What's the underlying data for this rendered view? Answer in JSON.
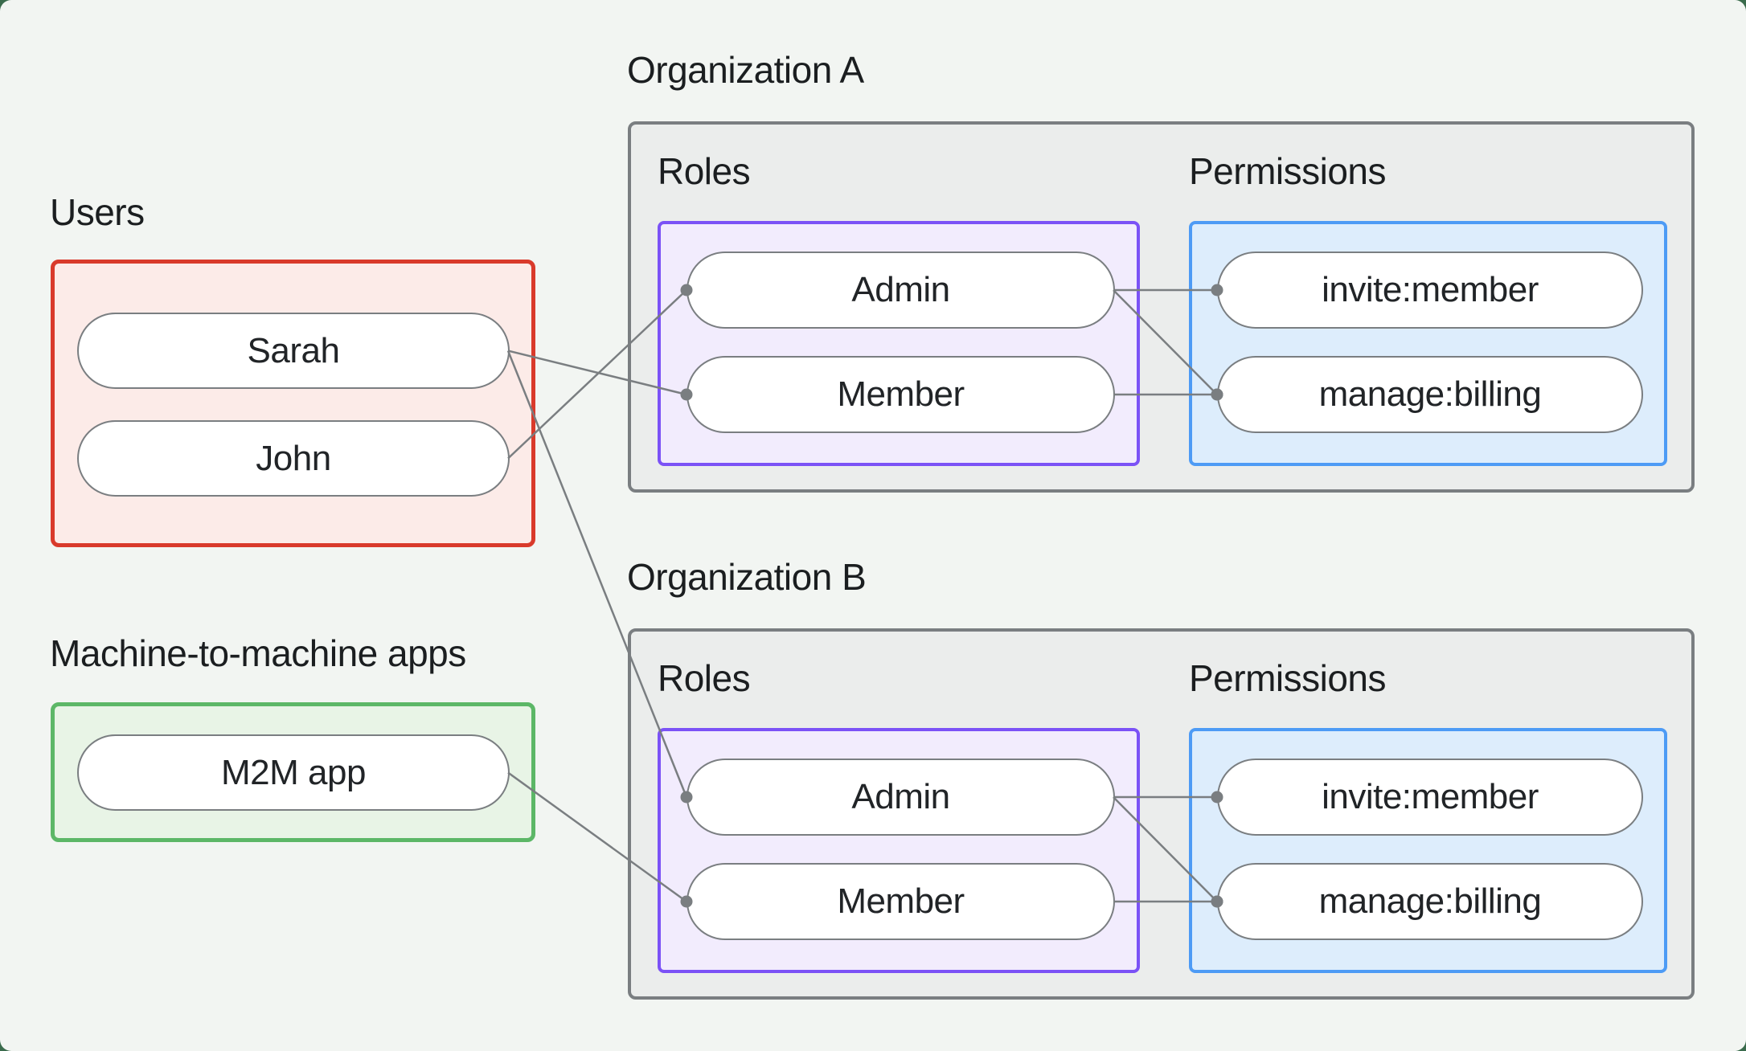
{
  "page": {
    "background": "#f2f5f2",
    "backdrop": "#3a6b4c"
  },
  "colors": {
    "users_border": "#d93a2b",
    "users_fill": "#fcebe8",
    "m2m_border": "#5cb767",
    "m2m_fill": "#e8f4e6",
    "org_border": "#7a7e81",
    "org_fill": "#ebedec",
    "roles_border": "#7b52f6",
    "roles_fill": "#f2ecfd",
    "permissions_border": "#4d9bf5",
    "permissions_fill": "#ddedfc",
    "pill_border": "#7a7e81",
    "pill_fill": "#ffffff",
    "connector": "#7a7e81",
    "text": "#1b1e20"
  },
  "users_section": {
    "label": "Users",
    "items": [
      {
        "id": "user-sarah",
        "label": "Sarah"
      },
      {
        "id": "user-john",
        "label": "John"
      }
    ]
  },
  "m2m_section": {
    "label": "Machine-to-machine apps",
    "items": [
      {
        "id": "app-m2m",
        "label": "M2M app"
      }
    ]
  },
  "organizations": [
    {
      "id": "org-a",
      "label": "Organization A",
      "roles_label": "Roles",
      "permissions_label": "Permissions",
      "roles": [
        {
          "id": "org-a-role-admin",
          "label": "Admin"
        },
        {
          "id": "org-a-role-member",
          "label": "Member"
        }
      ],
      "permissions": [
        {
          "id": "org-a-perm-invite",
          "label": "invite:member"
        },
        {
          "id": "org-a-perm-manage",
          "label": "manage:billing"
        }
      ]
    },
    {
      "id": "org-b",
      "label": "Organization B",
      "roles_label": "Roles",
      "permissions_label": "Permissions",
      "roles": [
        {
          "id": "org-b-role-admin",
          "label": "Admin"
        },
        {
          "id": "org-b-role-member",
          "label": "Member"
        }
      ],
      "permissions": [
        {
          "id": "org-b-perm-invite",
          "label": "invite:member"
        },
        {
          "id": "org-b-perm-manage",
          "label": "manage:billing"
        }
      ]
    }
  ],
  "connections": [
    {
      "from": "user-sarah",
      "to": "org-a-role-member"
    },
    {
      "from": "user-john",
      "to": "org-a-role-admin"
    },
    {
      "from": "user-sarah",
      "to": "org-b-role-admin"
    },
    {
      "from": "app-m2m",
      "to": "org-b-role-member"
    },
    {
      "from": "org-a-role-admin",
      "to": "org-a-perm-invite"
    },
    {
      "from": "org-a-role-admin",
      "to": "org-a-perm-manage"
    },
    {
      "from": "org-a-role-member",
      "to": "org-a-perm-manage"
    },
    {
      "from": "org-b-role-admin",
      "to": "org-b-perm-invite"
    },
    {
      "from": "org-b-role-admin",
      "to": "org-b-perm-manage"
    },
    {
      "from": "org-b-role-member",
      "to": "org-b-perm-manage"
    }
  ],
  "connector_style": {
    "stroke_width": 2.5,
    "dot_radius": 7.5
  }
}
